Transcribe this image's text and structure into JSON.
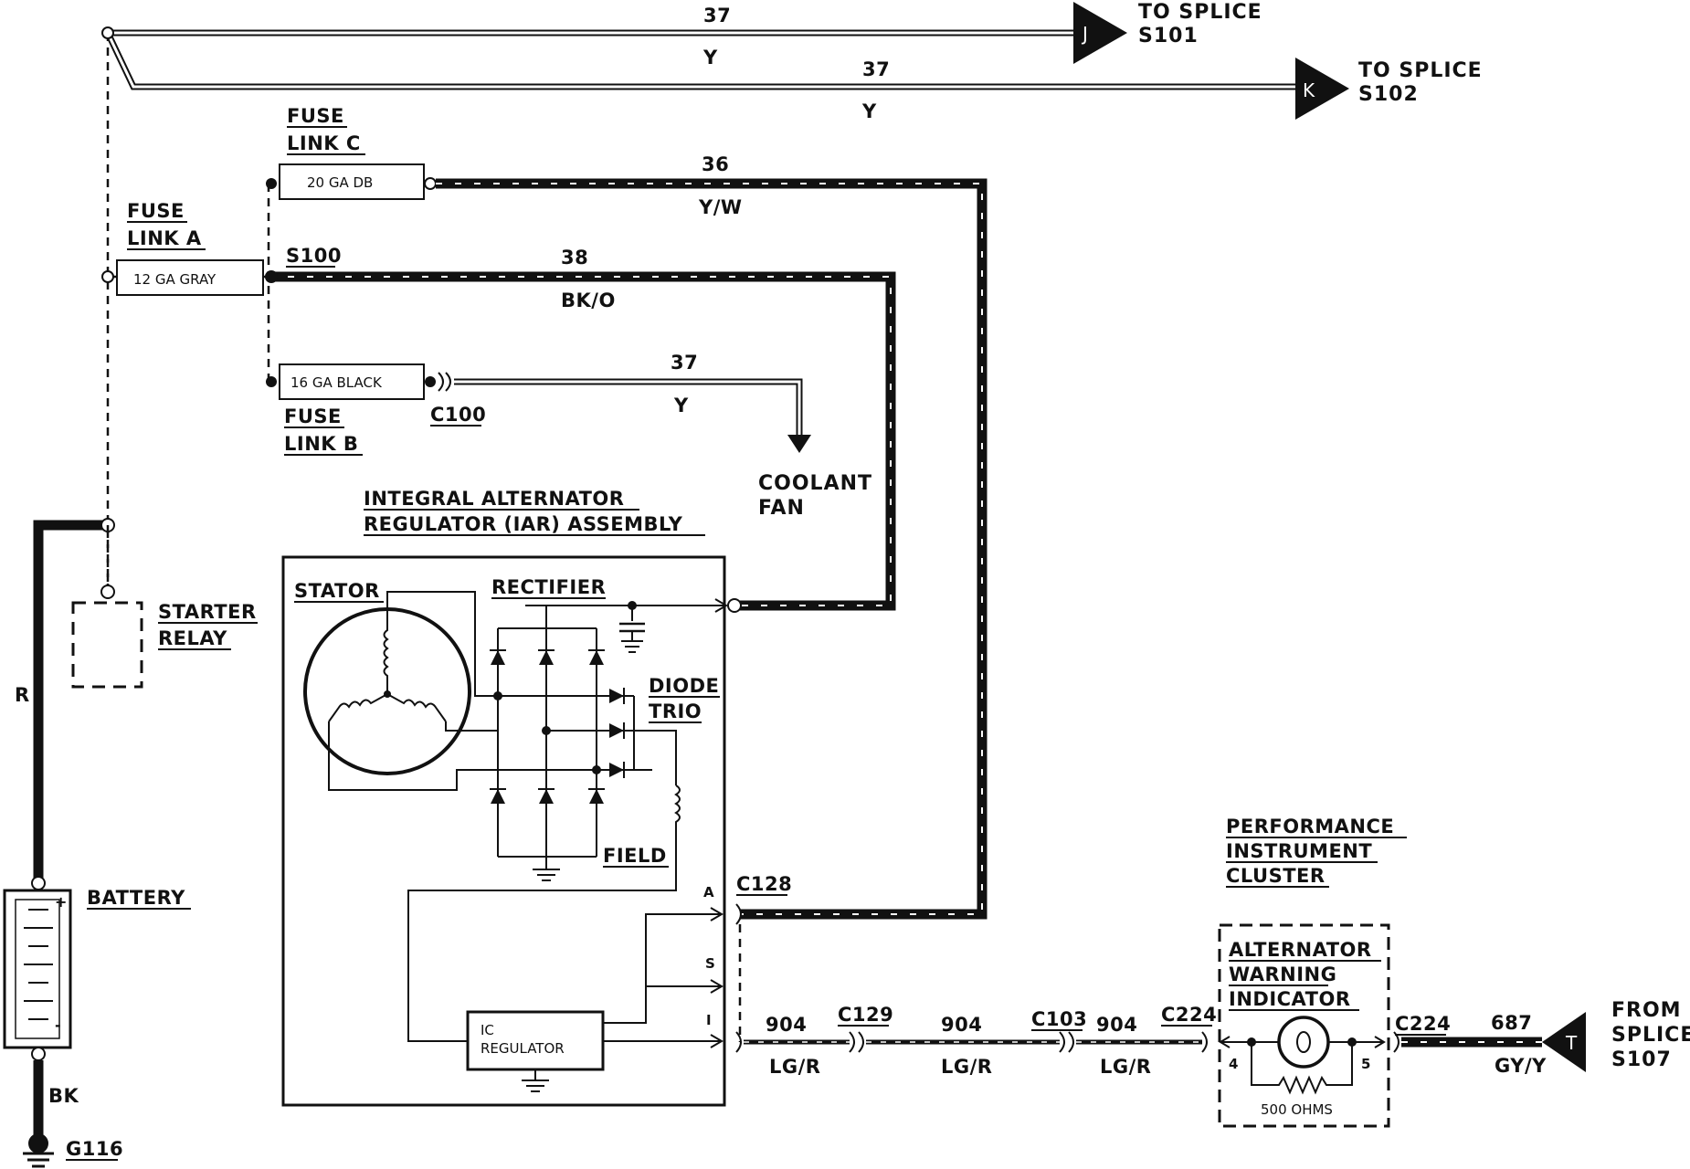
{
  "wires": {
    "w37_top": {
      "num": "37",
      "color": "Y"
    },
    "w37_second": {
      "num": "37",
      "color": "Y"
    },
    "w36": {
      "num": "36",
      "color": "Y/W"
    },
    "w38": {
      "num": "38",
      "color": "BK/O"
    },
    "w37_fan": {
      "num": "37",
      "color": "Y"
    },
    "w904_a": {
      "num": "904",
      "color": "LG/R"
    },
    "w904_b": {
      "num": "904",
      "color": "LG/R"
    },
    "w904_c": {
      "num": "904",
      "color": "LG/R"
    },
    "w687": {
      "num": "687",
      "color": "GY/Y"
    },
    "battery_pos": {
      "color": "R"
    },
    "battery_neg": {
      "color": "BK"
    }
  },
  "splices": {
    "j": {
      "letter": "J",
      "line1": "TO SPLICE",
      "line2": "S101"
    },
    "k": {
      "letter": "K",
      "line1": "TO SPLICE",
      "line2": "S102"
    },
    "t": {
      "letter": "T",
      "line1": "FROM",
      "line2": "SPLICE",
      "line3": "S107"
    },
    "s100": "S100"
  },
  "fuses": {
    "a": {
      "line1": "FUSE",
      "line2": "LINK A",
      "rating": "12 GA GRAY"
    },
    "b": {
      "line1": "FUSE",
      "line2": "LINK B",
      "rating": "16 GA BLACK"
    },
    "c": {
      "line1": "FUSE",
      "line2": "LINK C",
      "rating": "20 GA DB"
    }
  },
  "connectors": {
    "c100": "C100",
    "c128": "C128",
    "c129": "C129",
    "c103": "C103",
    "c224_left": "C224",
    "c224_right": "C224"
  },
  "components": {
    "coolant_fan": {
      "line1": "COOLANT",
      "line2": "FAN"
    },
    "iar": {
      "line1": "INTEGRAL ALTERNATOR",
      "line2": "REGULATOR (IAR)  ASSEMBLY"
    },
    "stator": "STATOR",
    "rectifier": "RECTIFIER",
    "diode_trio": {
      "line1": "DIODE",
      "line2": "TRIO"
    },
    "field": "FIELD",
    "ic_regulator": {
      "line1": "IC",
      "line2": "REGULATOR"
    },
    "terminals": {
      "a": "A",
      "s": "S",
      "i": "I"
    },
    "starter_relay": {
      "line1": "STARTER",
      "line2": "RELAY"
    },
    "battery": {
      "label": "BATTERY",
      "plus": "+",
      "minus": "-"
    },
    "ground": "G116",
    "cluster": {
      "line1": "PERFORMANCE",
      "line2": "INSTRUMENT",
      "line3": "CLUSTER"
    },
    "warning": {
      "line1": "ALTERNATOR",
      "line2": "WARNING",
      "line3": "INDICATOR",
      "pin_left": "4",
      "pin_right": "5",
      "resistor": "500 OHMS"
    }
  }
}
